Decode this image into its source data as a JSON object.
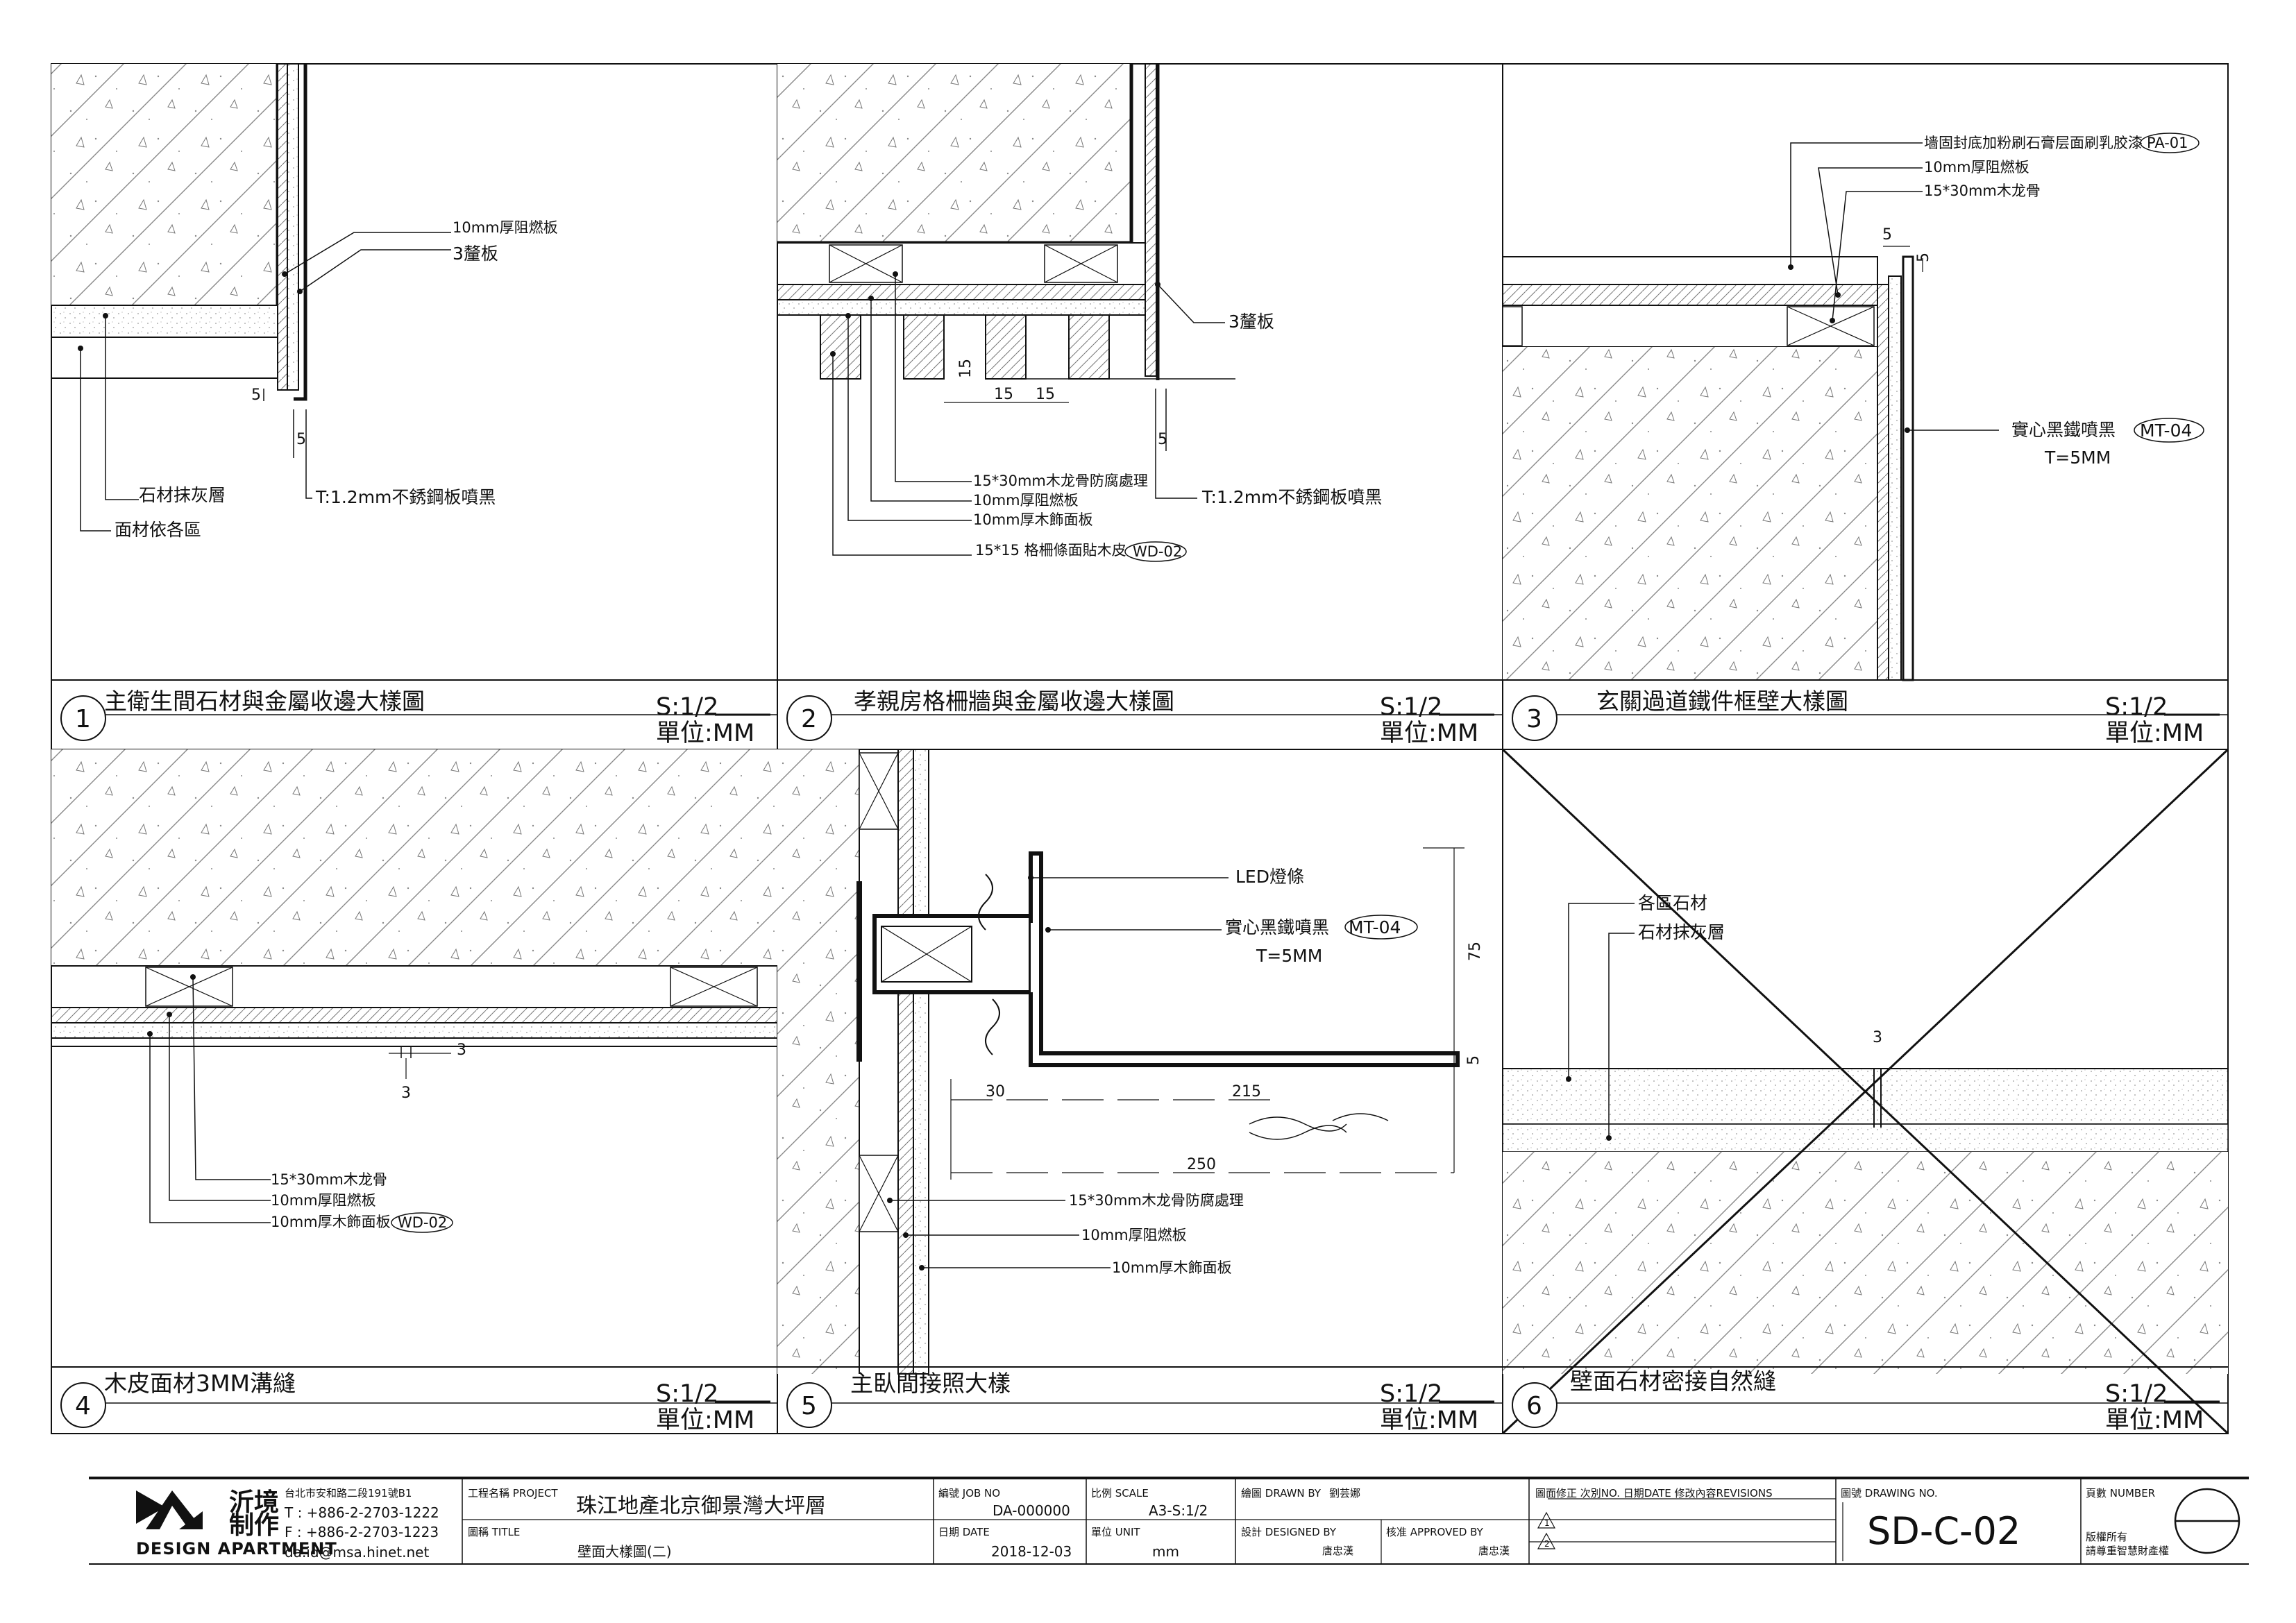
{
  "details": [
    {
      "number": "1",
      "title": "主衛生間石材與金屬收邊大樣圖",
      "scale": "S:1/2",
      "unit": "單位:MM",
      "notes": [
        "10mm厚阻燃板",
        "3釐板",
        "石材抹灰層",
        "面材依各區",
        "T:1.2mm不銹鋼板噴黑"
      ],
      "dims": [
        "5",
        "5"
      ]
    },
    {
      "number": "2",
      "title": "孝親房格柵牆與金屬收邊大樣圖",
      "scale": "S:1/2",
      "unit": "單位:MM",
      "notes": [
        "3釐板",
        "15*30mm木龙骨防腐處理",
        "10mm厚阻燃板",
        "10mm厚木飾面板",
        "15*15 格柵條面貼木皮",
        "T:1.2mm不銹鋼板噴黑"
      ],
      "tag": "WD-02",
      "dims": [
        "15",
        "15",
        "15",
        "5"
      ]
    },
    {
      "number": "3",
      "title": "玄關過道鐵件框壁大樣圖",
      "scale": "S:1/2",
      "unit": "單位:MM",
      "notes": [
        "墙固封底加粉刷石膏层面刷乳胶漆",
        "10mm厚阻燃板",
        "15*30mm木龙骨",
        "實心黑鐵噴黑",
        "T=5MM"
      ],
      "tags": [
        "PA-01",
        "MT-04"
      ],
      "dims": [
        "5",
        "5"
      ]
    },
    {
      "number": "4",
      "title": "木皮面材3MM溝縫",
      "scale": "S:1/2",
      "unit": "單位:MM",
      "notes": [
        "15*30mm木龙骨",
        "10mm厚阻燃板",
        "10mm厚木飾面板"
      ],
      "tag": "WD-02",
      "dims": [
        "3",
        "3"
      ]
    },
    {
      "number": "5",
      "title": "主臥間接照大樣",
      "scale": "S:1/2",
      "unit": "單位:MM",
      "notes": [
        "LED燈條",
        "實心黑鐵噴黑",
        "T=5MM",
        "15*30mm木龙骨防腐處理",
        "10mm厚阻燃板",
        "10mm厚木飾面板"
      ],
      "tag": "MT-04",
      "dims": [
        "30",
        "215",
        "250",
        "75",
        "5"
      ]
    },
    {
      "number": "6",
      "title": "壁面石材密接自然縫",
      "scale": "S:1/2",
      "unit": "單位:MM",
      "notes": [
        "各區石材",
        "石材抹灰層"
      ],
      "dims": [
        "3"
      ]
    }
  ],
  "title_block": {
    "logo_text": "DESIGN APARTMENT",
    "logo_cn": [
      "沂境",
      "制作"
    ],
    "address": "台北市安和路二段191號B1",
    "tel": "T : +886-2-2703-1222",
    "fax": "F : +886-2-2703-1223",
    "email": "da.id@msa.hinet.net",
    "project_label": "工程名稱 PROJECT",
    "project": "珠江地產北京御景灣大坪層",
    "title_label": "圖稱 TITLE",
    "title": "壁面大樣圖(二)",
    "job_label": "編號 JOB NO",
    "job_no": "DA-000000",
    "date_label": "日期 DATE",
    "date": "2018-12-03",
    "scale_label": "比例 SCALE",
    "scale": "A3-S:1/2",
    "unit_label": "單位 UNIT",
    "unit": "mm",
    "drawn_label": "繪圖 DRAWN BY",
    "drawn_by": "劉芸娜",
    "designed_label": "設計 DESIGNED BY",
    "designed_by": "唐忠漢",
    "approved_label": "核准 APPROVED BY",
    "approved_by": "唐忠漢",
    "revisions_label": "圖面修正 次別NO. 日期DATE 修改內容REVISIONS",
    "revision_marks": [
      "1",
      "2"
    ],
    "drawing_no_label": "圖號 DRAWING NO.",
    "drawing_no": "SD-C-02",
    "page_label": "頁數 NUMBER",
    "copyright_1": "版權所有",
    "copyright_2": "請尊重智慧財產權"
  }
}
